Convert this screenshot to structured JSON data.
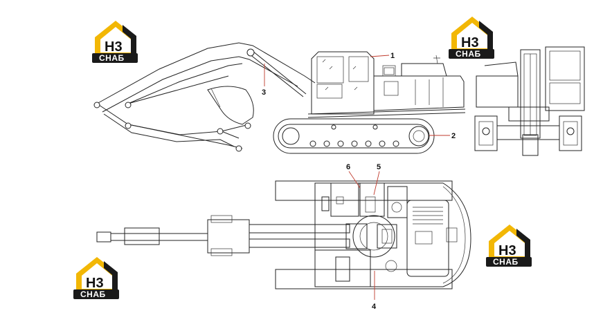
{
  "logo": {
    "mark": "H3",
    "label": "СНАБ",
    "color_primary": "#f2b705",
    "color_dark": "#1a1a1a"
  },
  "callouts": [
    {
      "id": "1",
      "label": "1"
    },
    {
      "id": "2",
      "label": "2"
    },
    {
      "id": "3",
      "label": "3"
    },
    {
      "id": "4",
      "label": "4"
    },
    {
      "id": "5",
      "label": "5"
    },
    {
      "id": "6",
      "label": "6"
    }
  ],
  "views": [
    "side-view",
    "rear-view",
    "top-view"
  ],
  "colors": {
    "line": "#222222",
    "callout_line": "#c0392b",
    "background": "#ffffff"
  }
}
